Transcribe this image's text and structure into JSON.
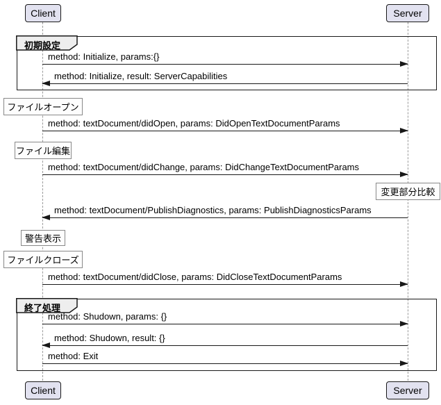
{
  "diagram": {
    "type": "sequence",
    "participants": {
      "client": "Client",
      "server": "Server"
    },
    "frames": [
      {
        "label": "初期設定"
      },
      {
        "label": "終了処理"
      }
    ],
    "notes": [
      {
        "over": "Client",
        "label": "ファイルオープン"
      },
      {
        "over": "Client",
        "label": "ファイル編集"
      },
      {
        "over": "Server",
        "label": "変更部分比較"
      },
      {
        "over": "Client",
        "label": "警告表示"
      },
      {
        "over": "Client",
        "label": "ファイルクローズ"
      }
    ],
    "messages": [
      {
        "from": "Client",
        "to": "Server",
        "text": "method: Initialize, params:{}"
      },
      {
        "from": "Server",
        "to": "Client",
        "text": "method: Initialize, result: ServerCapabilities"
      },
      {
        "from": "Client",
        "to": "Server",
        "text": "method: textDocument/didOpen, params: DidOpenTextDocumentParams"
      },
      {
        "from": "Client",
        "to": "Server",
        "text": "method: textDocument/didChange, params: DidChangeTextDocumentParams"
      },
      {
        "from": "Server",
        "to": "Client",
        "text": "method: textDocument/PublishDiagnostics, params: PublishDiagnosticsParams"
      },
      {
        "from": "Client",
        "to": "Server",
        "text": "method: textDocument/didClose, params: DidCloseTextDocumentParams"
      },
      {
        "from": "Client",
        "to": "Server",
        "text": "method: Shudown, params: {}"
      },
      {
        "from": "Server",
        "to": "Client",
        "text": "method: Shudown, result: {}"
      },
      {
        "from": "Client",
        "to": "Server",
        "text": "method: Exit"
      }
    ],
    "colors": {
      "participant_fill": "#E2E2F0",
      "participant_border": "#181818",
      "frame_border": "#181818",
      "frame_label_fill": "#EEEEEE",
      "note_fill": "#FDFDFD",
      "note_border": "#888888",
      "lifeline": "#9A9A9A",
      "arrow": "#181818",
      "background": "#FFFFFF"
    }
  }
}
